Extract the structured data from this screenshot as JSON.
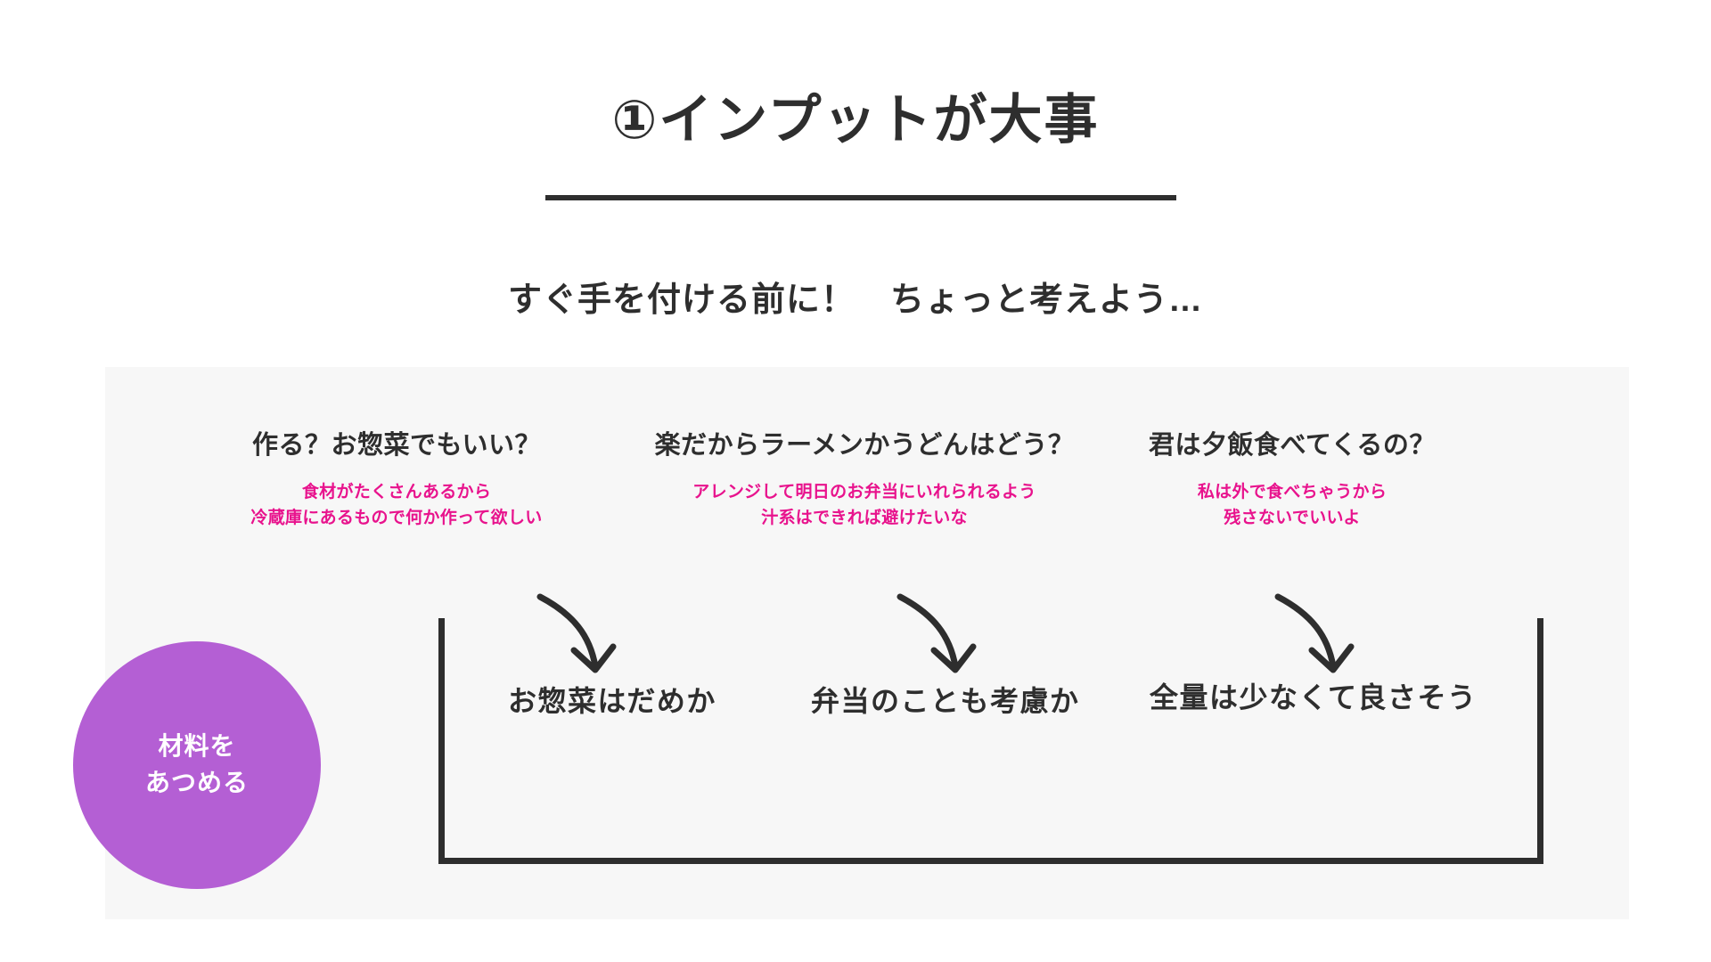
{
  "slide": {
    "title": "①インプットが大事",
    "subtitle": "すぐ手を付ける前に！　ちょっと考えよう…",
    "colors": {
      "text": "#2e2e2e",
      "accent_pink": "#e8138d",
      "circle_purple": "#b45fd4",
      "panel_bg": "#f7f7f7",
      "page_bg": "#ffffff"
    }
  },
  "gather_circle": {
    "line1": "材料を",
    "line2": "あつめる"
  },
  "columns": [
    {
      "question": "作る？お惣菜でもいい？",
      "notes": [
        "食材がたくさんあるから",
        "冷蔵庫にあるもので何か作って欲しい"
      ],
      "arrow": "curved-down-arrow",
      "conclusion": "お惣菜はだめか"
    },
    {
      "question": "楽だからラーメンかうどんはどう？",
      "notes": [
        "アレンジして明日のお弁当にいれられるよう",
        "汁系はできれば避けたいな"
      ],
      "arrow": "curved-down-arrow",
      "conclusion": "弁当のことも考慮か"
    },
    {
      "question": "君は夕飯食べてくるの？",
      "notes": [
        "私は外で食べちゃうから",
        "残さないでいいよ"
      ],
      "arrow": "curved-down-arrow",
      "conclusion": "全量は少なくて良さそう"
    }
  ]
}
